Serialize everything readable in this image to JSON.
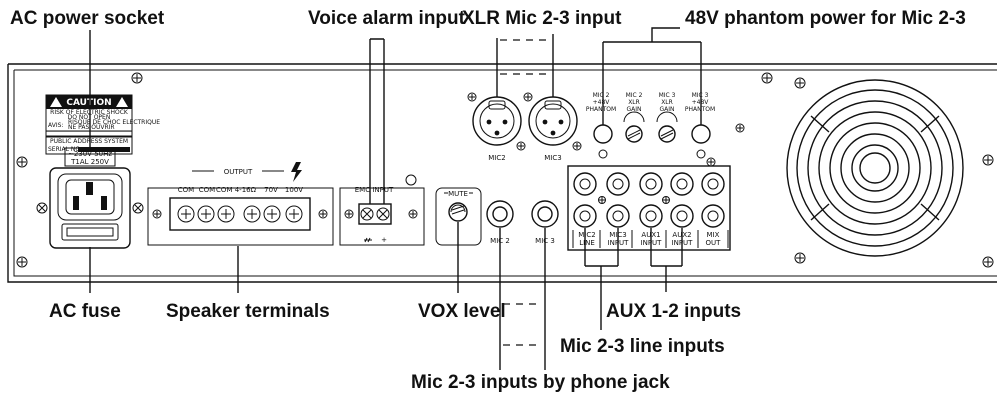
{
  "callouts": {
    "ac_power_socket": "AC power socket",
    "voice_alarm_input": "Voice alarm input",
    "xlr_mic_input": "XLR Mic 2-3 input",
    "phantom_power": "48V phantom power for Mic 2-3",
    "ac_fuse": "AC fuse",
    "speaker_terminals": "Speaker terminals",
    "vox_level": "VOX level",
    "aux_inputs": "AUX 1-2 inputs",
    "line_inputs": "Mic 2-3 line inputs",
    "phone_jack_inputs": "Mic 2-3 inputs by phone jack"
  },
  "panel": {
    "caution_title": "CAUTION",
    "caution_line1": "RISK OF ELECTRIC SHOCK",
    "caution_line2": "DO NOT OPEN",
    "avis": "AVIS:",
    "avis_text1": "RISQUE DE CHOC ELECTRIQUE",
    "avis_text2": "NE PAS OUVRIR",
    "system_name": "PUBLIC ADDRESS SYSTEM",
    "serial_label": "SERIAL NO.",
    "voltage": "~230V 50Hz",
    "fuse_rating": "T1AL 250V",
    "output_label": "OUTPUT",
    "terminal_labels": [
      "COM",
      "COM",
      "COM 4-16Ω",
      "70V",
      "100V"
    ],
    "emc_label": "EMC INPUT",
    "emc_plus": "+",
    "mute_label": "MUTE",
    "mic2_xlr": "MIC2",
    "mic3_xlr": "MIC3",
    "mic2_jack": "MIC 2",
    "mic3_jack": "MIC 3",
    "ctrl_labels": [
      [
        "MIC 2",
        "+48V",
        "PHANTOM"
      ],
      [
        "MIC 2",
        "XLR",
        "GAIN"
      ],
      [
        "MIC 3",
        "XLR",
        "GAIN"
      ],
      [
        "MIC 3",
        "+48V",
        "PHANTOM"
      ]
    ],
    "rca_labels": [
      [
        "MIC2",
        "LINE"
      ],
      [
        "MIC3",
        "INPUT"
      ],
      [
        "AUX1",
        "INPUT"
      ],
      [
        "AUX2",
        "INPUT"
      ],
      [
        "MIX",
        "OUT"
      ]
    ]
  }
}
